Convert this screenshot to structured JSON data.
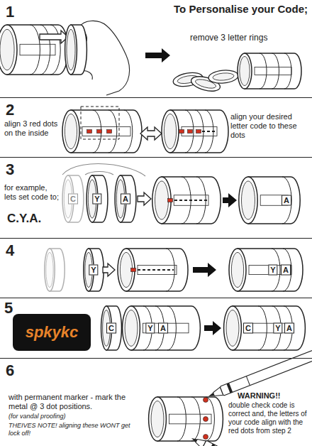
{
  "diagram": {
    "title": "To Personalise your Code;",
    "nodes": [
      {
        "text": [
          "1",
          "remove 3 letter rings"
        ]
      },
      {
        "text": [
          "2",
          "align 3 red dots on the inside",
          "align your desired letter code to these dots"
        ]
      },
      {
        "text": [
          "3",
          "for example, lets set code to;",
          "C.Y.A."
        ]
      },
      {
        "text": [
          "4"
        ]
      },
      {
        "text": [
          "5"
        ]
      },
      {
        "text": [
          "6",
          "with permanent marker - mark the metal @ 3 dot positions.",
          "(for vandal proofing)",
          "THEIVES NOTE! aligning these WONT get lock off!",
          "WARNING!!",
          "double check code is correct and, the letters of your code align with the red dots from step 2"
        ]
      },
      {
        "text": [
          "spkykc"
        ],
        "in": 4
      }
    ],
    "labels": [
      "C",
      "Y",
      "A",
      "A",
      "Y",
      "Y",
      "A",
      "C",
      "Y",
      "A",
      "C",
      "Y",
      "A"
    ]
  }
}
